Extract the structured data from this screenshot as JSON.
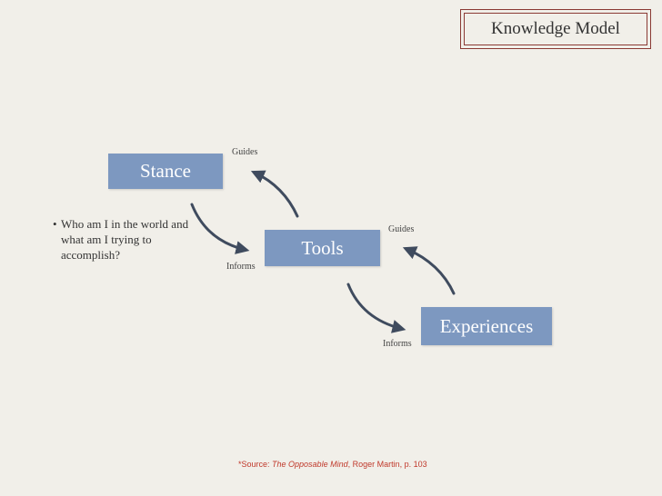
{
  "header": {
    "title": "Knowledge Model"
  },
  "nodes": {
    "stance": "Stance",
    "tools": "Tools",
    "experiences": "Experiences"
  },
  "labels": {
    "guides_1": "Guides",
    "informs_1": "Informs",
    "guides_2": "Guides",
    "informs_2": "Informs"
  },
  "bullet": {
    "text": "Who am I in the world and what am I trying to accomplish?"
  },
  "footnote": {
    "prefix": "*Source: ",
    "book": "The Opposable Mind",
    "suffix": ", Roger Martin, p. 103"
  },
  "colors": {
    "node_fill": "#7d98c0",
    "arrow": "#3f4b5e",
    "title_border": "#8a3a34",
    "footnote": "#c0392b",
    "background": "#f1efe9"
  }
}
